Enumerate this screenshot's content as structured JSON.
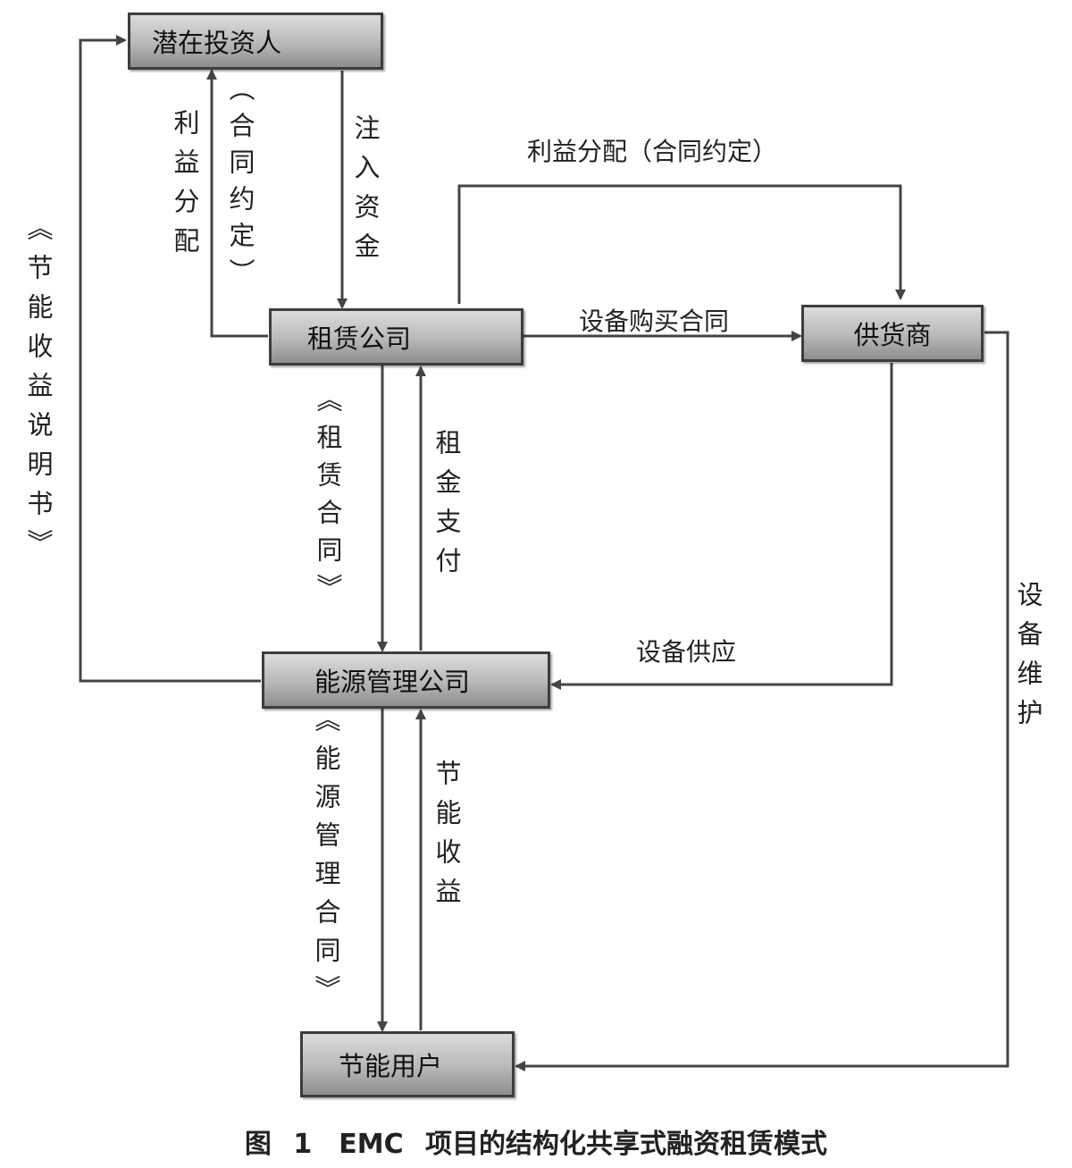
{
  "nodes": {
    "investor": "潜在投资人",
    "leasing": "租赁公司",
    "supplier": "供货商",
    "energy_mgmt": "能源管理公司",
    "user": "节能用户"
  },
  "labels": {
    "profit_dist": "利益分配",
    "contract_agreed_v": "（合同约定）",
    "inject_funds": "注入资金",
    "profit_dist_contract": "利益分配（合同约定）",
    "purchase_contract": "设备购买合同",
    "energy_benefit_doc": "《节能收益说明书》",
    "lease_contract": "《租赁合同》",
    "rent_payment": "租金支付",
    "equipment_supply": "设备供应",
    "equipment_maint": "设备维护",
    "energy_mgmt_contract": "《能源管理合同》",
    "energy_benefit": "节能收益"
  },
  "caption": "图 1　EMC 项目的结构化共享式融资租赁模式"
}
